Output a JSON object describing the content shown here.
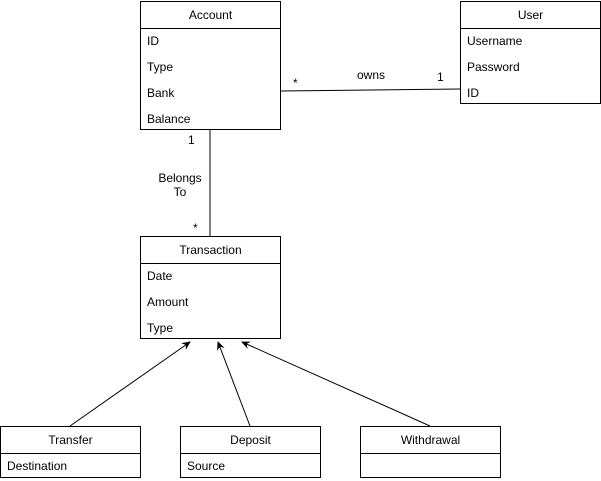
{
  "classes": {
    "account": {
      "name": "Account",
      "attributes": [
        "ID",
        "Type",
        "Bank",
        "Balance"
      ]
    },
    "user": {
      "name": "User",
      "attributes": [
        "Username",
        "Password",
        "ID"
      ]
    },
    "transaction": {
      "name": "Transaction",
      "attributes": [
        "Date",
        "Amount",
        "Type"
      ]
    },
    "transfer": {
      "name": "Transfer",
      "attributes": [
        "Destination"
      ]
    },
    "deposit": {
      "name": "Deposit",
      "attributes": [
        "Source"
      ]
    },
    "withdrawal": {
      "name": "Withdrawal",
      "attributes": []
    }
  },
  "associations": {
    "owns": {
      "label": "owns",
      "account_multiplicity": "*",
      "user_multiplicity": "1"
    },
    "belongs_to": {
      "label_line1": "Belongs",
      "label_line2": "To",
      "account_multiplicity": "1",
      "transaction_multiplicity": "*"
    }
  },
  "generalizations": [
    {
      "from": "Transfer",
      "to": "Transaction"
    },
    {
      "from": "Deposit",
      "to": "Transaction"
    },
    {
      "from": "Withdrawal",
      "to": "Transaction"
    }
  ]
}
